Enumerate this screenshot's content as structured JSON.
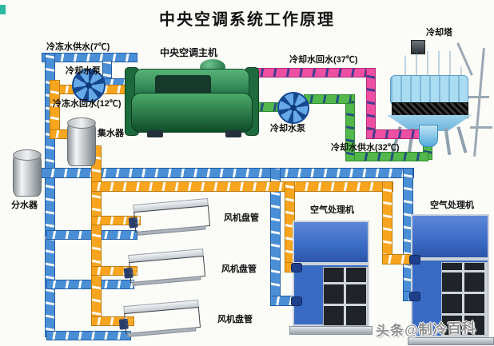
{
  "title": "中央空调系统工作原理",
  "watermark": "头条@制冷百科",
  "pipes": {
    "chilled_supply": {
      "label": "冷冻水供水(7℃)",
      "color": "#4a8fd5",
      "temperature": "7℃"
    },
    "chilled_return": {
      "label": "冷冻水回水(12℃)",
      "color": "#f7a41f",
      "temperature": "12℃"
    },
    "cooling_return": {
      "label": "冷却水回水(37℃)",
      "color": "#ef4fa2",
      "temperature": "37℃"
    },
    "cooling_supply": {
      "label": "冷却水供水(32℃)",
      "color": "#53b84b",
      "temperature": "32℃"
    }
  },
  "equipment": {
    "chiller": "中央空调主机",
    "chilled_water_pump": "冷却水泵",
    "cooling_water_pump": "冷却水泵",
    "cooling_tower": "冷却塔",
    "water_collector": "集水器",
    "water_distributor": "分水器",
    "fan_coil_unit_1": "风机盘管",
    "fan_coil_unit_2": "风机盘管",
    "fan_coil_unit_3": "风机盘管",
    "air_handling_unit_1": "空气处理机",
    "air_handling_unit_2": "空气处理机"
  }
}
